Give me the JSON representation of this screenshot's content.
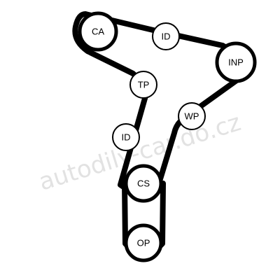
{
  "watermark": "autodily-car.do.cz",
  "colors": {
    "belt": "#000000",
    "pulley_fill": "#ffffff",
    "watermark": "#d9d9d9"
  },
  "pulleys": {
    "ca": {
      "label": "CA"
    },
    "id1": {
      "label": "ID"
    },
    "inp": {
      "label": "INP"
    },
    "tp": {
      "label": "TP"
    },
    "wp": {
      "label": "WP"
    },
    "id2": {
      "label": "ID"
    },
    "cs": {
      "label": "CS"
    },
    "op": {
      "label": "OP"
    }
  }
}
